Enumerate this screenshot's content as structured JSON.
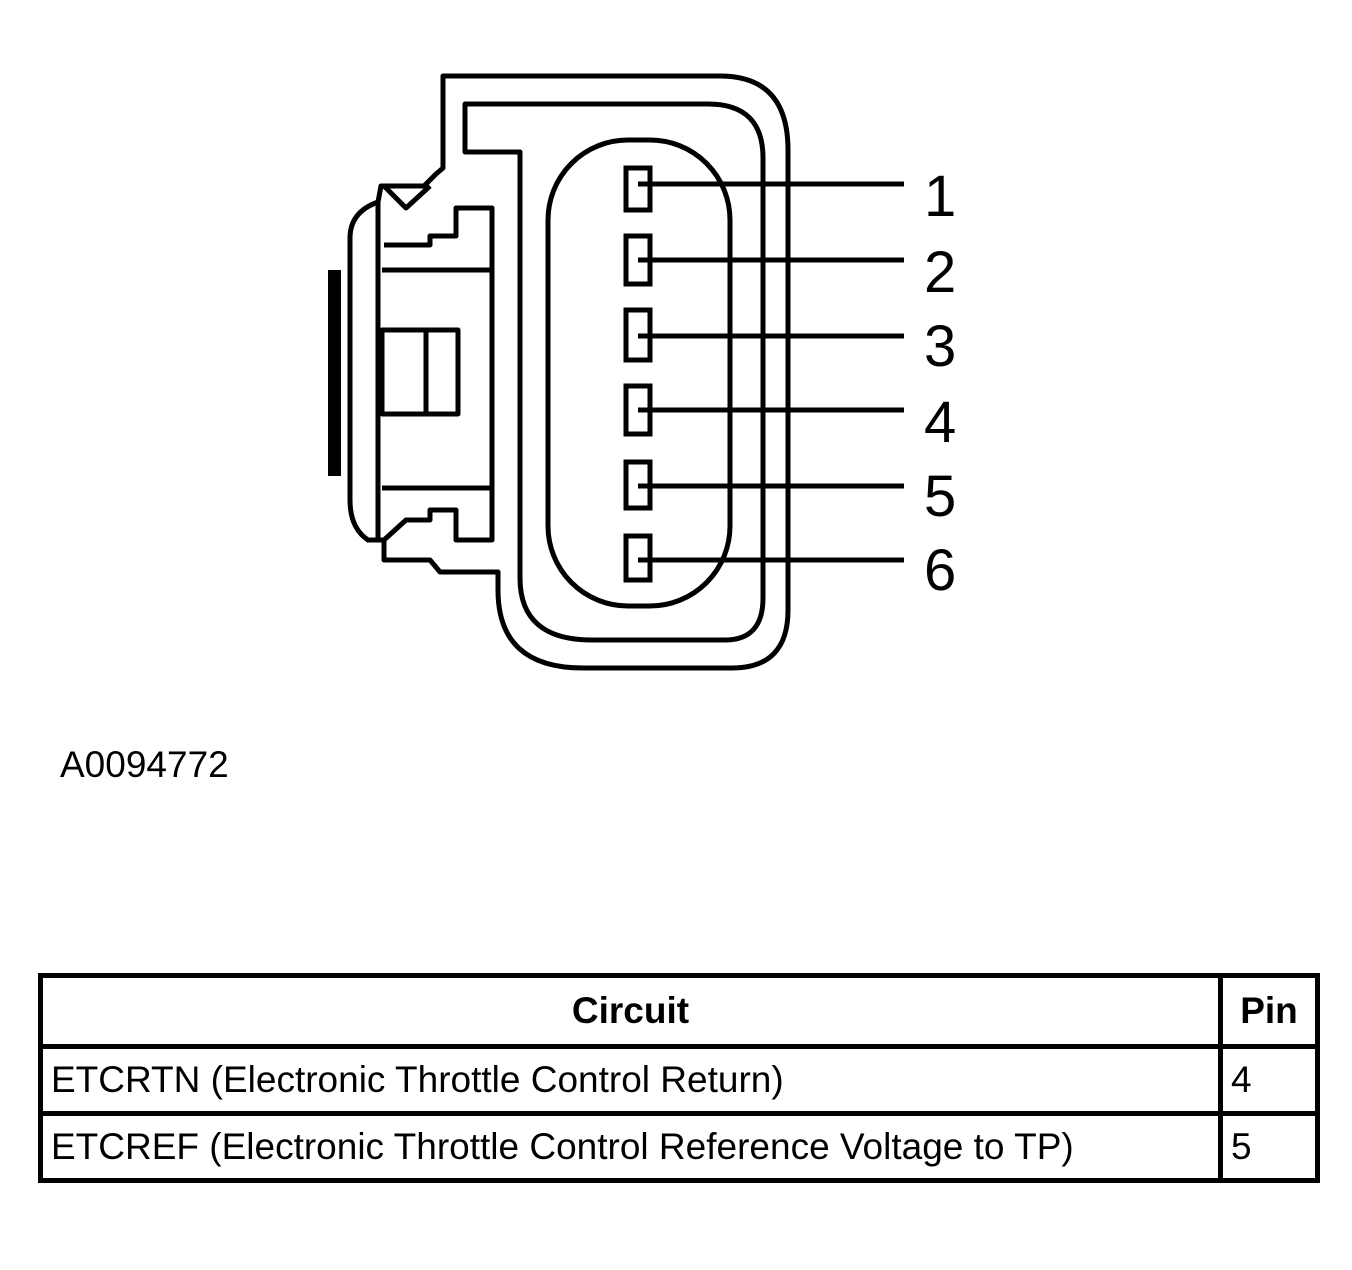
{
  "diagram": {
    "pins": [
      "1",
      "2",
      "3",
      "4",
      "5",
      "6"
    ]
  },
  "figure_id": "A0094772",
  "table": {
    "headers": {
      "circuit": "Circuit",
      "pin": "Pin"
    },
    "rows": [
      {
        "circuit": "ETCRTN (Electronic Throttle Control Return)",
        "pin": "4"
      },
      {
        "circuit": "ETCREF (Electronic Throttle Control Reference Voltage to TP)",
        "pin": "5"
      }
    ]
  }
}
